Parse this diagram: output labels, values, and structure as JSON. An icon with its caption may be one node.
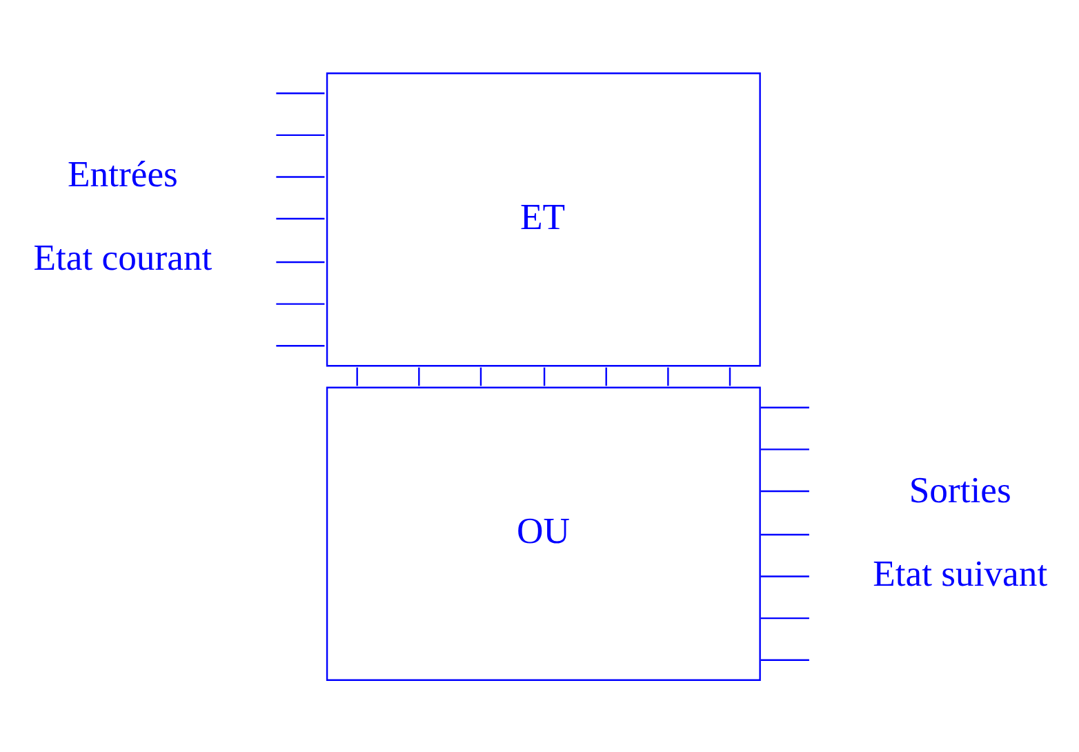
{
  "diagram": {
    "nodes": [
      {
        "text": [
          "ET"
        ]
      },
      {
        "text": [
          "OU"
        ]
      }
    ],
    "edges": [
      {
        "from": null,
        "to": 0,
        "arrow": "none"
      },
      {
        "from": null,
        "to": 0,
        "arrow": "none"
      },
      {
        "from": null,
        "to": 0,
        "arrow": "none"
      },
      {
        "from": null,
        "to": 0,
        "arrow": "none"
      },
      {
        "from": null,
        "to": 0,
        "arrow": "none"
      },
      {
        "from": null,
        "to": 0,
        "arrow": "none"
      },
      {
        "from": null,
        "to": 0,
        "arrow": "none"
      },
      {
        "from": 0,
        "to": 1,
        "arrow": "none"
      },
      {
        "from": 0,
        "to": 1,
        "arrow": "none"
      },
      {
        "from": 0,
        "to": 1,
        "arrow": "none"
      },
      {
        "from": 0,
        "to": 1,
        "arrow": "none"
      },
      {
        "from": 0,
        "to": 1,
        "arrow": "none"
      },
      {
        "from": 0,
        "to": 1,
        "arrow": "none"
      },
      {
        "from": 0,
        "to": 1,
        "arrow": "none"
      },
      {
        "from": 1,
        "to": null,
        "arrow": "none"
      },
      {
        "from": 1,
        "to": null,
        "arrow": "none"
      },
      {
        "from": 1,
        "to": null,
        "arrow": "none"
      },
      {
        "from": 1,
        "to": null,
        "arrow": "none"
      },
      {
        "from": 1,
        "to": null,
        "arrow": "none"
      },
      {
        "from": 1,
        "to": null,
        "arrow": "none"
      },
      {
        "from": 1,
        "to": null,
        "arrow": "none"
      }
    ],
    "labels": [
      "Entrées",
      "Etat courant",
      "Sorties",
      "Etat suivant"
    ]
  }
}
